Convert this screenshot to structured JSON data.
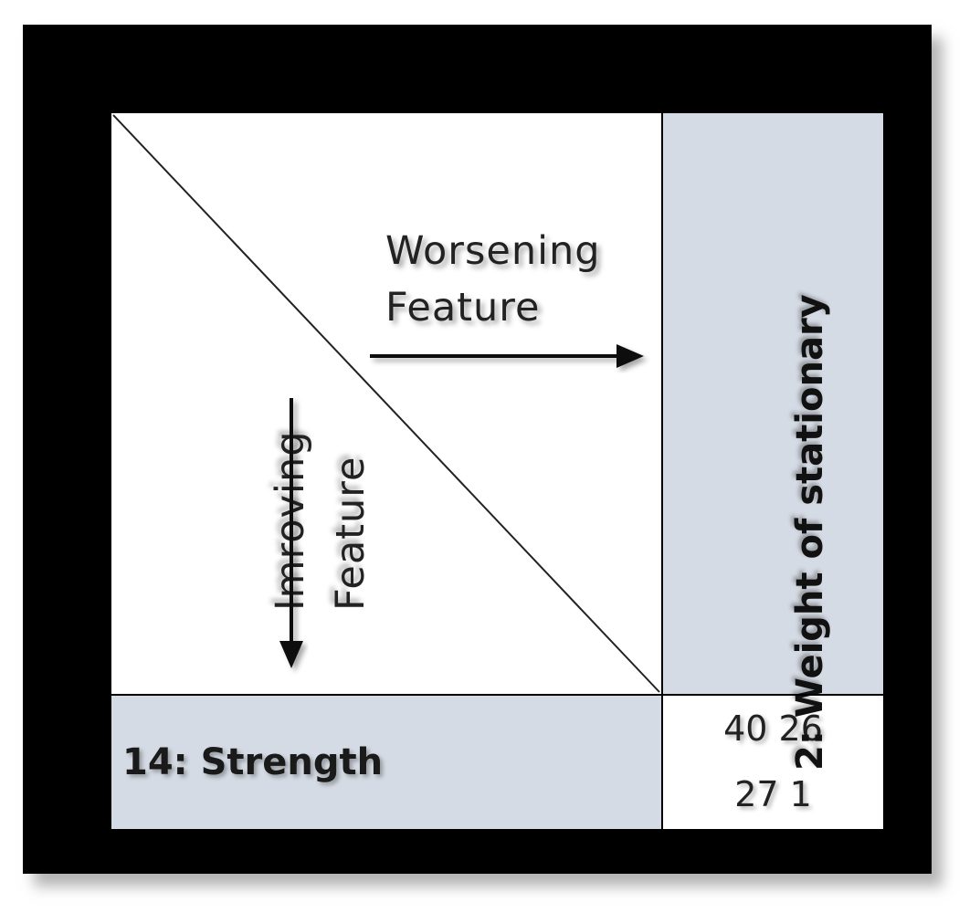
{
  "corner": {
    "worsening_line1": "Worsening",
    "worsening_line2": "Feature",
    "improving_line1": "Imroving",
    "improving_line2": "Feature"
  },
  "column_header": {
    "label": "2: Weight of stationary"
  },
  "row_header": {
    "label": "14: Strength"
  },
  "cell_values": {
    "line1": "40 26",
    "line2": "27 1"
  },
  "colors": {
    "frame": "#000000",
    "header_fill": "#d5dbe4",
    "cell_fill": "#ffffff"
  }
}
